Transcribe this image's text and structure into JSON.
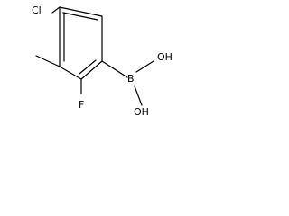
{
  "molecule": {
    "atoms": {
      "chlorine": "Cl",
      "boron": "B",
      "fluorine": "F",
      "hydroxyl_top": "OH",
      "hydroxyl_bottom": "OH"
    }
  }
}
